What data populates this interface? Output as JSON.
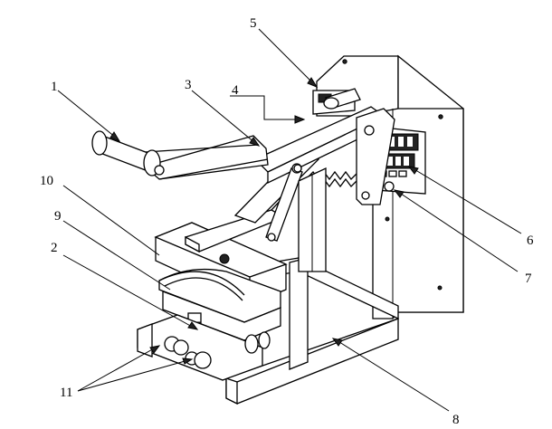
{
  "labels": [
    "1",
    "2",
    "3",
    "4",
    "5",
    "6",
    "7",
    "8",
    "9",
    "10",
    "11"
  ],
  "colors": {
    "ink": "#000000",
    "paper": "#ffffff",
    "panel": "#e6e6e6"
  }
}
